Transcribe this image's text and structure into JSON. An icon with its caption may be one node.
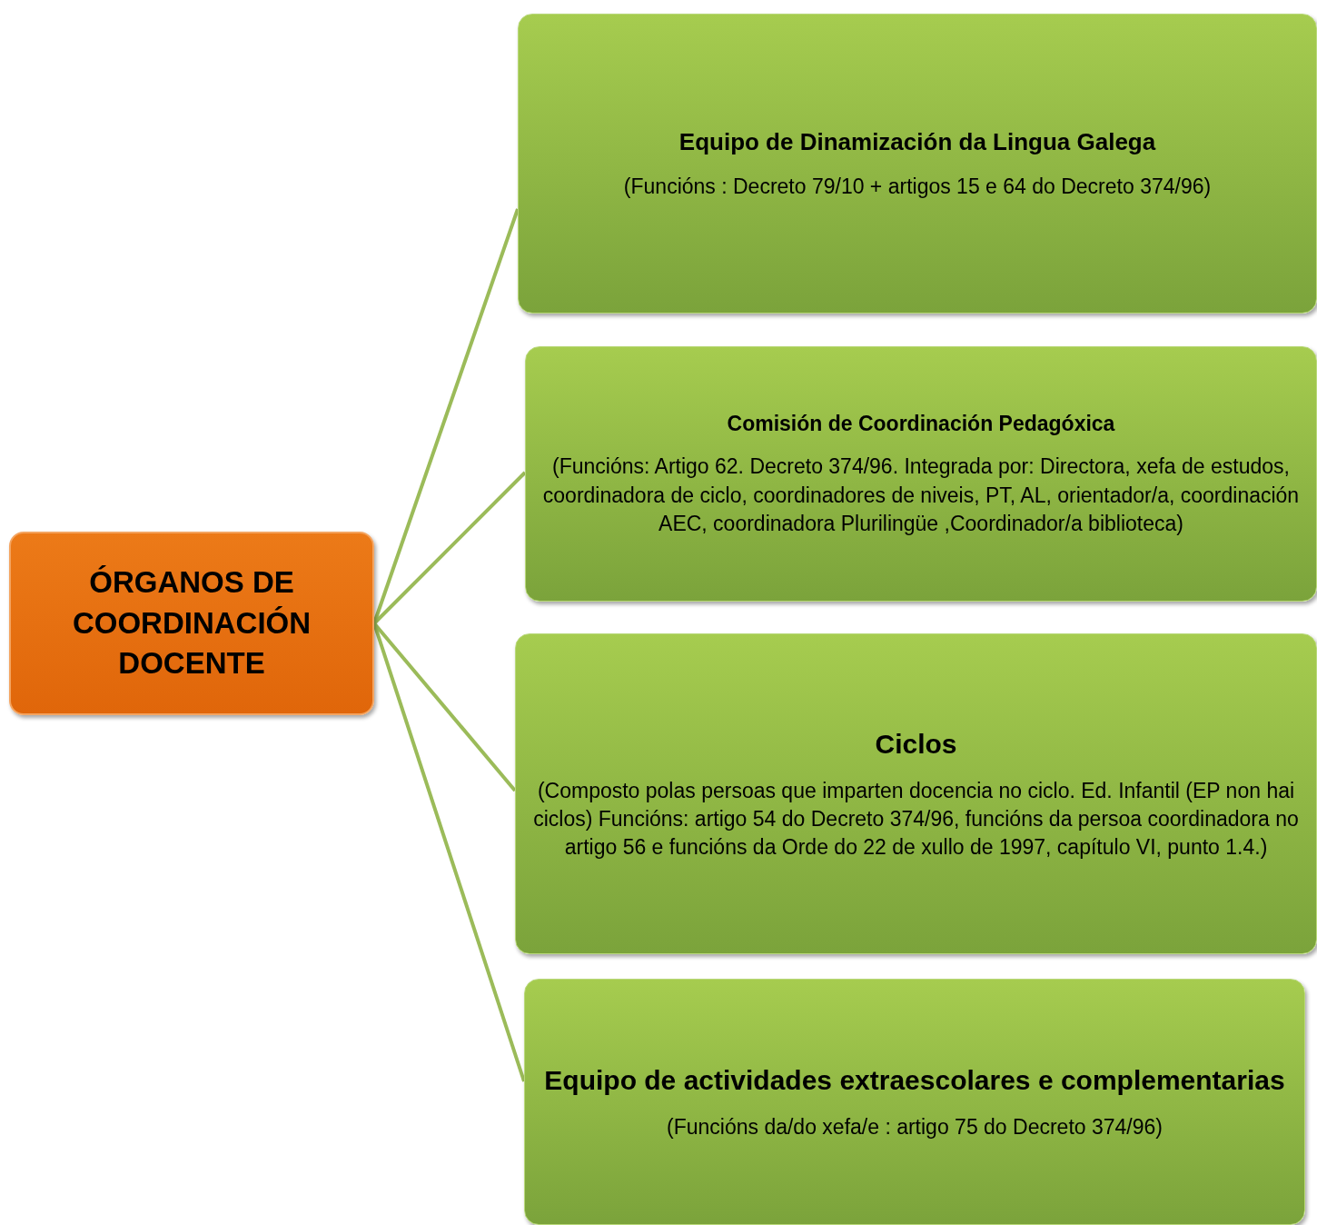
{
  "diagram": {
    "nodes": [
      {
        "text": [
          "ÓRGANOS DE COORDINACIÓN DOCENTE"
        ]
      },
      {
        "text": [
          "Equipo de Dinamización da Lingua Galega",
          "(Funcións : Decreto 79/10 + artigos 15 e 64 do Decreto 374/96)"
        ]
      },
      {
        "text": [
          "Comisión de Coordinación Pedagóxica",
          "(Funcións: Artigo 62. Decreto 374/96. Integrada por: Directora, xefa de estudos, coordinadora de ciclo, coordinadores de niveis, PT, AL, orientador/a, coordinación AEC, coordinadora Plurilingüe ,Coordinador/a biblioteca)"
        ]
      },
      {
        "text": [
          "Ciclos",
          "(Composto polas persoas que imparten docencia no ciclo. Ed. Infantil (EP non hai ciclos) Funcións: artigo 54 do Decreto 374/96, funcións da persoa coordinadora no artigo 56 e funcións da Orde do 22 de xullo de 1997, capítulo VI, punto 1.4.)"
        ]
      },
      {
        "text": [
          "Equipo de actividades extraescolares e complementarias",
          "(Funcións da/do xefa/e : artigo 75 do Decreto 374/96)"
        ]
      }
    ],
    "edges": [
      {
        "from": 0,
        "to": 1,
        "arrow": "none"
      },
      {
        "from": 0,
        "to": 2,
        "arrow": "none"
      },
      {
        "from": 0,
        "to": 3,
        "arrow": "none"
      },
      {
        "from": 0,
        "to": 4,
        "arrow": "none"
      }
    ]
  }
}
